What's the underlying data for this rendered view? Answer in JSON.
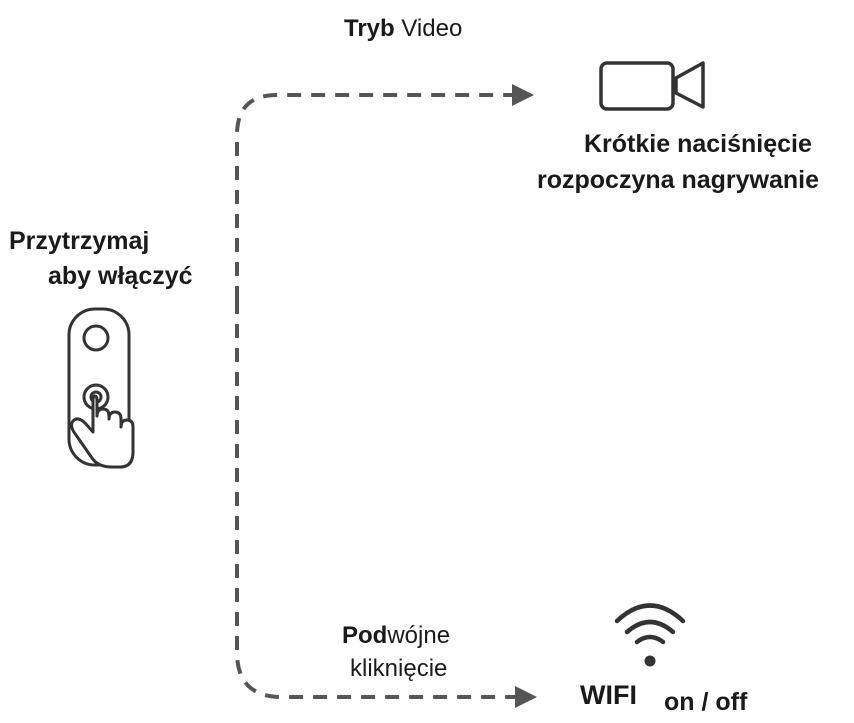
{
  "video_mode": {
    "title_bold": "Tryb",
    "title_rest": " Video",
    "caption_line1": "Krótkie naciśnięcie",
    "caption_line2": "rozpoczyna nagrywanie",
    "icon": "video-camera-icon"
  },
  "hold": {
    "line1": "Przytrzymaj",
    "line2": "aby włączyć",
    "icon": "camera-device-press-icon"
  },
  "double_click": {
    "line1_bold": "Pod",
    "line1_rest": "wójne",
    "line2": "kliknięcie"
  },
  "wifi": {
    "label": "WIFI",
    "state": "on / off",
    "icon": "wifi-icon"
  },
  "colors": {
    "arrow": "#555555",
    "icon_stroke": "#333333",
    "text": "#1a1a1a"
  }
}
